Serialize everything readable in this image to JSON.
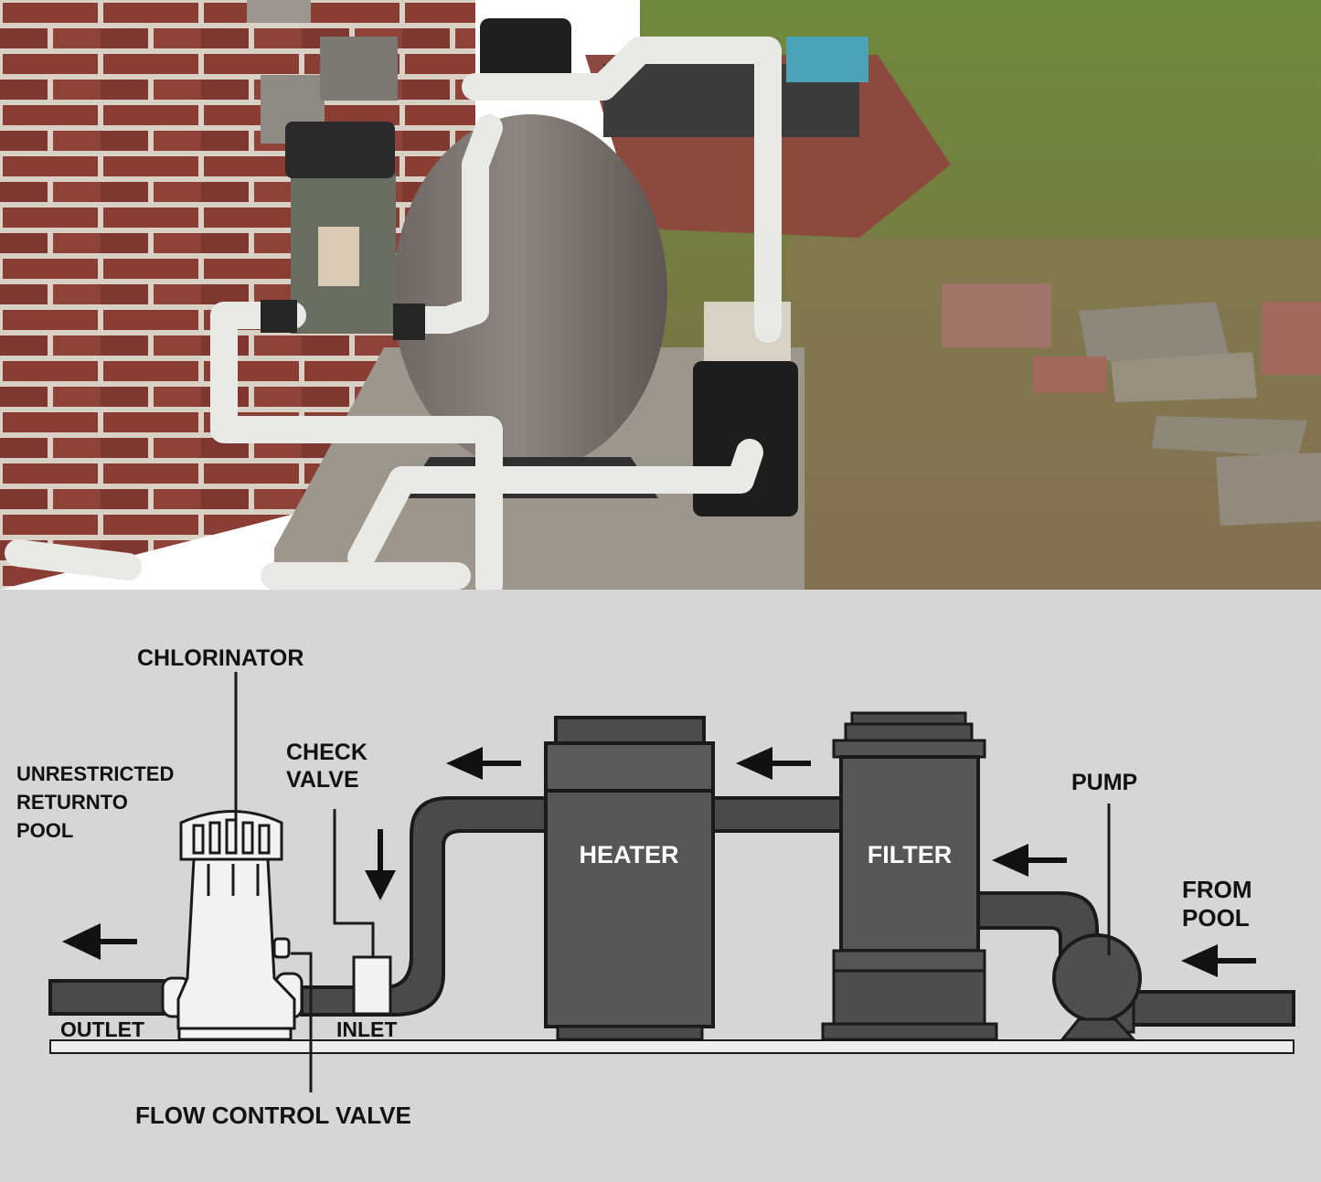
{
  "labels": {
    "chlorinator": "CHLORINATOR",
    "check_valve_1": "CHECK",
    "check_valve_2": "VALVE",
    "unrestricted_1": "UNRESTRICTED",
    "unrestricted_2": "RETURNTO",
    "unrestricted_3": "POOL",
    "heater": "HEATER",
    "filter": "FILTER",
    "pump": "PUMP",
    "from_pool_1": "FROM",
    "from_pool_2": "POOL",
    "outlet": "OUTLET",
    "inlet": "INLET",
    "flow_control_valve": "FLOW CONTROL VALVE"
  },
  "colors": {
    "diagram_bg": "#d6d6d6",
    "pipe": "#4a4a4a",
    "equipment": "#565656",
    "chlorinator": "#f2f2f2",
    "outline": "#1a1a1a"
  }
}
